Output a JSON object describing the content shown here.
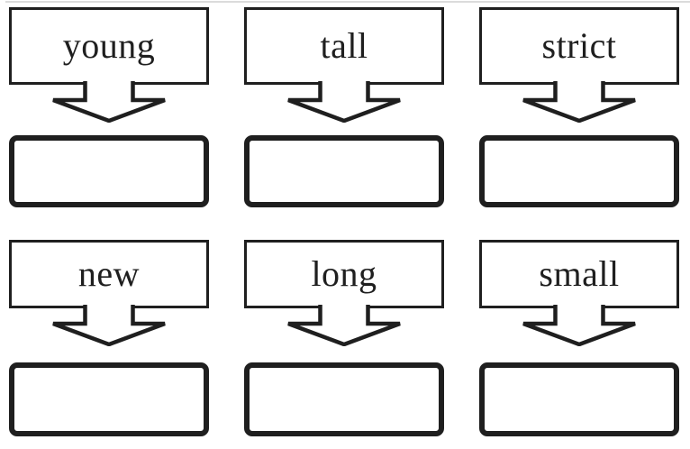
{
  "page": {
    "background_color": "#ffffff",
    "ink_color": "#1f1f1f",
    "type": "scanned-matching-worksheet"
  },
  "worksheet": {
    "arrow_icon": "down-block-arrow",
    "answer_value": "",
    "rows": [
      {
        "cells": [
          {
            "word": "young"
          },
          {
            "word": "tall"
          },
          {
            "word": "strict"
          }
        ]
      },
      {
        "cells": [
          {
            "word": "new"
          },
          {
            "word": "long"
          },
          {
            "word": "small"
          }
        ]
      }
    ]
  }
}
